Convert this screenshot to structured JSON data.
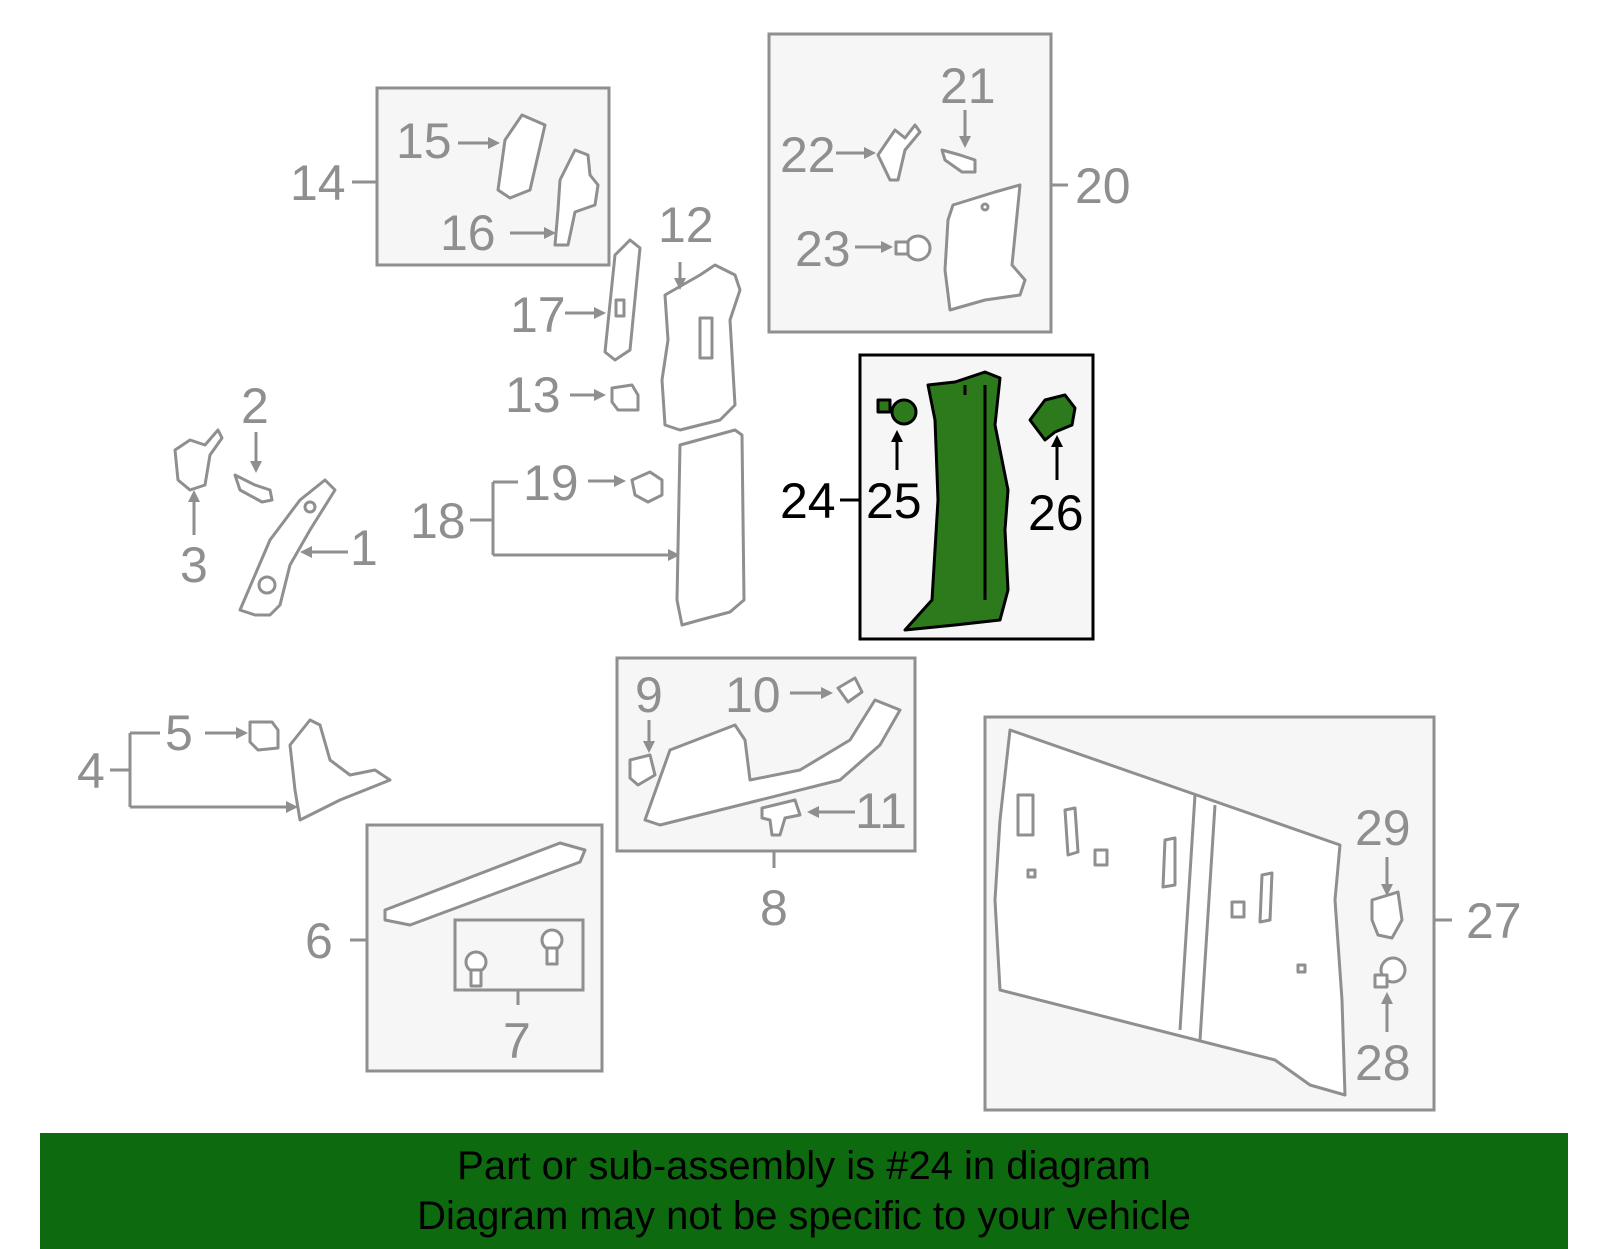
{
  "callouts": {
    "c1": "1",
    "c2": "2",
    "c3": "3",
    "c4": "4",
    "c5": "5",
    "c6": "6",
    "c7": "7",
    "c8": "8",
    "c9": "9",
    "c10": "10",
    "c11": "11",
    "c12": "12",
    "c13": "13",
    "c14": "14",
    "c15": "15",
    "c16": "16",
    "c17": "17",
    "c18": "18",
    "c19": "19",
    "c20": "20",
    "c21": "21",
    "c22": "22",
    "c23": "23",
    "c24": "24",
    "c25": "25",
    "c26": "26",
    "c27": "27",
    "c28": "28",
    "c29": "29"
  },
  "highlight": {
    "part": "24",
    "color": "#2c7a1c"
  },
  "banner": {
    "line1": "Part or sub-assembly is #24 in diagram",
    "line2": "Diagram may not be specific to your vehicle",
    "background": "#0e6a0e"
  }
}
